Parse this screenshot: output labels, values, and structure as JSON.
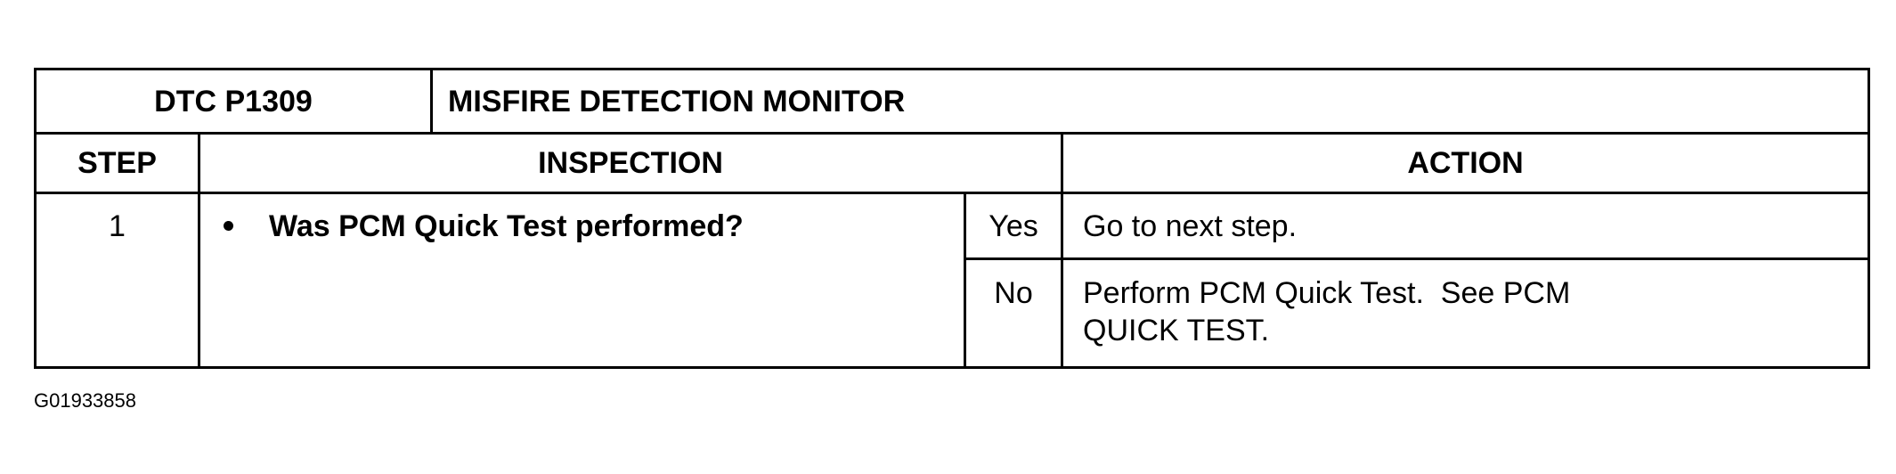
{
  "header": {
    "dtc_code": "DTC P1309",
    "dtc_title": "MISFIRE DETECTION MONITOR"
  },
  "columns": {
    "step": "STEP",
    "inspection": "INSPECTION",
    "action": "ACTION"
  },
  "rows": [
    {
      "step": "1",
      "inspection": "Was PCM Quick Test performed?",
      "outcomes": [
        {
          "answer": "Yes",
          "action": "Go to next step."
        },
        {
          "answer": "No",
          "action_lines": [
            "Perform PCM Quick Test.  See PCM",
            "QUICK TEST."
          ]
        }
      ]
    }
  ],
  "figure_id": "G01933858"
}
